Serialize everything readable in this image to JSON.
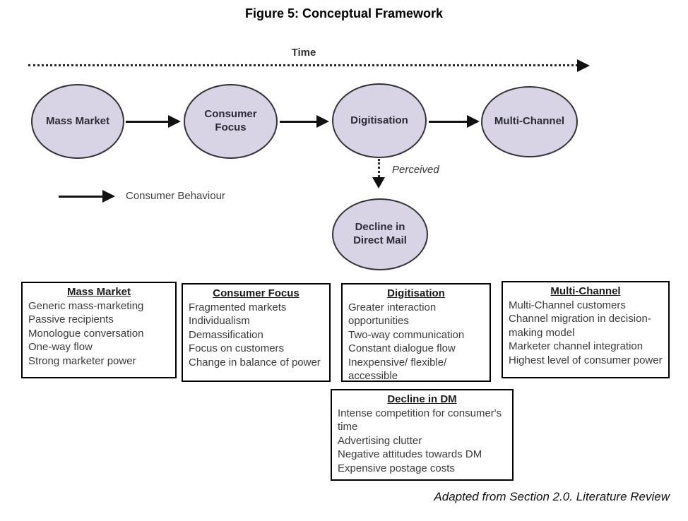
{
  "title": "Figure 5: Conceptual Framework",
  "timeline": {
    "label": "Time"
  },
  "legend": {
    "label": "Consumer Behaviour"
  },
  "stages": [
    {
      "label": "Mass Market"
    },
    {
      "label": "Consumer\nFocus"
    },
    {
      "label": "Digitisation"
    },
    {
      "label": "Multi-Channel"
    }
  ],
  "perceived": {
    "label": "Perceived",
    "outcome": "Decline in\nDirect Mail"
  },
  "boxes": [
    {
      "title": "Mass Market",
      "items": [
        "Generic mass-marketing",
        "Passive recipients",
        "Monologue conversation",
        "One-way flow",
        "Strong marketer power"
      ]
    },
    {
      "title": "Consumer Focus",
      "items": [
        "Fragmented markets",
        "Individualism",
        "Demassification",
        "Focus on customers",
        "Change in balance of power"
      ]
    },
    {
      "title": "Digitisation",
      "items": [
        "Greater interaction opportunities",
        "Two-way communication",
        "Constant dialogue flow",
        "Inexpensive/ flexible/ accessible"
      ]
    },
    {
      "title": "Multi-Channel",
      "items": [
        "Multi-Channel customers",
        "Channel migration in decision-making model",
        "Marketer channel integration",
        "Highest level of consumer power"
      ]
    },
    {
      "title": "Decline in DM",
      "items": [
        "Intense competition for consumer's time",
        "Advertising clutter",
        "Negative attitudes towards DM",
        "Expensive postage costs"
      ]
    }
  ],
  "attribution": "Adapted from Section 2.0. Literature Review",
  "colors": {
    "ellipse_fill": "#d9d3e6",
    "ellipse_stroke": "#333333",
    "arrow": "#111111",
    "box_border": "#000000"
  }
}
